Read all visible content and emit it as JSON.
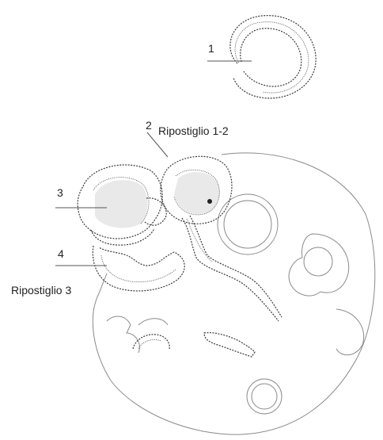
{
  "labels": {
    "n1": "1",
    "n2": "2",
    "ripostiglio_1_2": "Ripostiglio 1-2",
    "n3": "3",
    "n4": "4",
    "ripostiglio_3": "Ripostiglio 3"
  }
}
